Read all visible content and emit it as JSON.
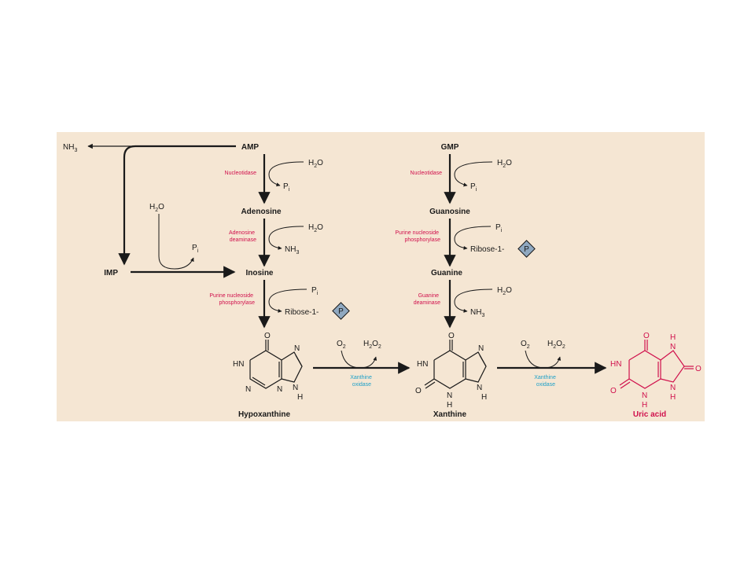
{
  "colors": {
    "panel_bg": "#f5e6d3",
    "enzyme_red": "#d0104c",
    "enzyme_blue": "#1ea0c8",
    "uric_acid": "#d0104c",
    "phosphate_badge": "#8fa8c0"
  },
  "compounds": {
    "amp": "AMP",
    "gmp": "GMP",
    "imp": "IMP",
    "adenosine": "Adenosine",
    "inosine": "Inosine",
    "guanosine": "Guanosine",
    "guanine": "Guanine",
    "hypoxanthine": "Hypoxanthine",
    "xanthine": "Xanthine",
    "uric_acid": "Uric acid"
  },
  "enzymes": {
    "nucleotidase_left": "Nucleotidase",
    "nucleotidase_right": "Nucleotidase",
    "adenosine_deaminase": [
      "Adenosine",
      "deaminase"
    ],
    "pnp_left": [
      "Purine nucleoside",
      "phosphorylase"
    ],
    "pnp_right": [
      "Purine nucleoside",
      "phosphorylase"
    ],
    "guanine_deaminase": [
      "Guanine",
      "deaminase"
    ],
    "xanthine_oxidase_1": [
      "Xanthine",
      "oxidase"
    ],
    "xanthine_oxidase_2": [
      "Xanthine",
      "oxidase"
    ]
  },
  "molecules": {
    "nh3": {
      "base": "NH",
      "sub": "3"
    },
    "h2o": {
      "base": "H",
      "sub": "2",
      "tail": "O"
    },
    "pi": {
      "base": "P",
      "sub": "i"
    },
    "o2": {
      "base": "O",
      "sub": "2"
    },
    "h2o2": {
      "base": "H",
      "sub1": "2",
      "mid": "O",
      "sub2": "2"
    },
    "ribose": "Ribose-1-",
    "phosphate": "P"
  },
  "atoms": {
    "o": "O",
    "hn": "HN",
    "n": "N",
    "h": "H"
  }
}
